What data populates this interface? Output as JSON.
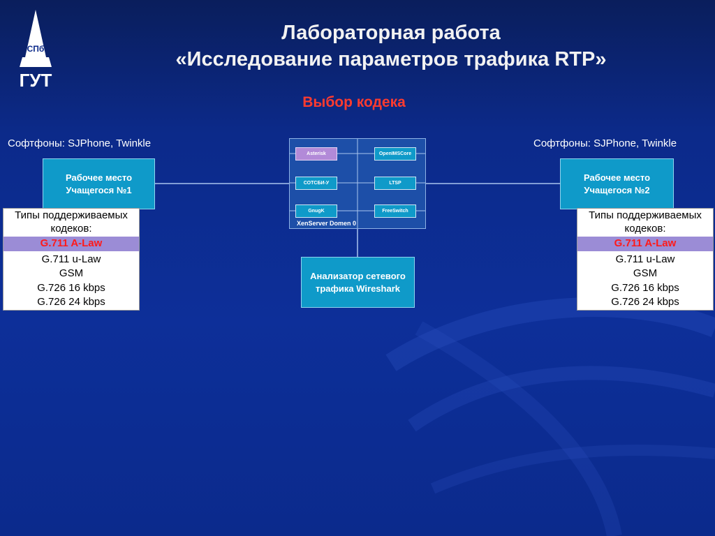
{
  "title_line1": "Лабораторная работа",
  "title_line2": "«Исследование параметров трафика RTP»",
  "subtitle": "Выбор кодека",
  "logo": {
    "icon": "spb-gut-logo",
    "text": "СПб ГУТ"
  },
  "left": {
    "softphones": "Софтфоны: SJPhone, Twinkle",
    "workstation": [
      "Рабочее место",
      "Учащегося №1"
    ],
    "codecs_header": [
      "Типы поддерживаемых",
      "кодеков:"
    ],
    "codecs": [
      "G.711 A-Law",
      "G.711 u-Law",
      "GSM",
      "G.726 16 kbps",
      "G.726 24 kbps"
    ]
  },
  "right": {
    "softphones": "Софтфоны: SJPhone, Twinkle",
    "workstation": [
      "Рабочее место",
      "Учащегося №2"
    ],
    "codecs_header": [
      "Типы поддерживаемых",
      "кодеков:"
    ],
    "codecs": [
      "G.711 A-Law",
      "G.711 u-Law",
      "GSM",
      "G.726 16 kbps",
      "G.726 24 kbps"
    ]
  },
  "selected_codec": "G.711 A-Law",
  "server": {
    "vms": [
      "Asterisk",
      "OpenIMSCore",
      "СОТСБИ-У",
      "LTSP",
      "GnugK",
      "FreeSwitch"
    ],
    "selected_vm": "Asterisk",
    "domain_label": "XenServer Domen 0"
  },
  "analyzer": [
    "Анализатор сетевого",
    "трафика Wireshark"
  ],
  "colors": {
    "accent": "#ff3b2f",
    "box": "#0f9ac9",
    "selected": "#9b8cd6"
  }
}
